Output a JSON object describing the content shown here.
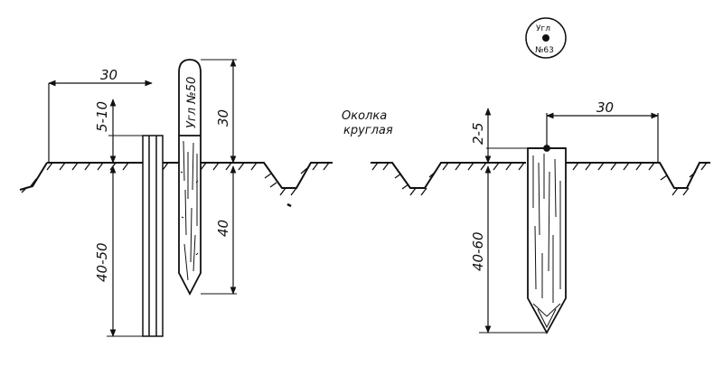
{
  "left_figure": {
    "dim_spacing": "30",
    "dim_above_ground": "5-10",
    "dim_depth": "40-50",
    "stake_label": "Угл №50",
    "dim_stake_top": "30",
    "dim_stake_below": "40"
  },
  "right_figure": {
    "label_line1": "Околка",
    "label_line2": "круглая",
    "dim_above_ground": "2-5",
    "dim_spacing": "30",
    "dim_depth": "40-60",
    "marker_text_top": "Угл",
    "marker_text_bottom": "№63"
  },
  "colors": {
    "ink": "#111111",
    "background": "#ffffff"
  }
}
